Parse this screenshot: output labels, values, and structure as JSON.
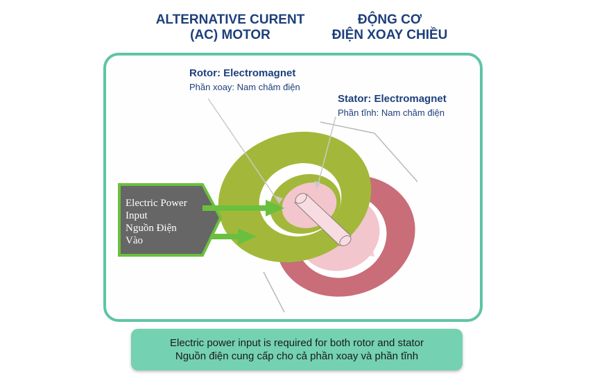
{
  "title_en": {
    "line1": "ALTERNATIVE CURENT",
    "line2": "(AC) MOTOR"
  },
  "title_vi": {
    "line1": "ĐỘNG CƠ",
    "line2": "ĐIỆN XOAY CHIỀU"
  },
  "rotor": {
    "title": "Rotor: Electromagnet",
    "subtitle": "Phần xoay: Nam châm điện"
  },
  "stator": {
    "title": "Stator: Electromagnet",
    "subtitle": "Phần tĩnh: Nam châm điện"
  },
  "power_input": {
    "line1": "Electric Power",
    "line2": "Input",
    "line3": "Nguồn Điện",
    "line4": "Vào"
  },
  "caption": {
    "line1": "Electric power input is required for both rotor and stator",
    "line2": "Nguồn điện cung cấp cho cả phần xoay và phần tĩnh"
  },
  "colors": {
    "frame_border": "#5fc4a7",
    "stator_green": "#a3b83a",
    "rotor_pink": "#f2c6cc",
    "rear_ring": "#c96d79",
    "power_box": "#666666",
    "arrow_green": "#6bbf3f",
    "caption_bg": "#74d1b2",
    "title_blue": "#1d3f7a"
  }
}
